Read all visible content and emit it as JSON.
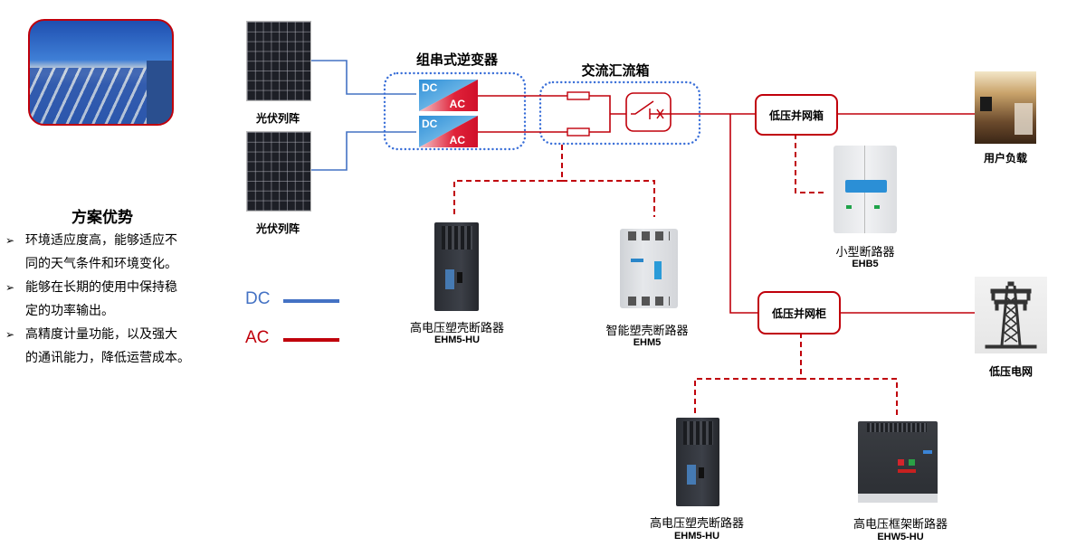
{
  "colors": {
    "dc": "#4472c4",
    "ac": "#c0000b",
    "panel_border": "#c0000b"
  },
  "advantages": {
    "title": "方案优势",
    "bullet_icon": "arrowhead-bullet-icon",
    "items": [
      {
        "line1": "环境适应度高，能够适应不",
        "line2": "同的天气条件和环境变化。"
      },
      {
        "line1": "能够在长期的使用中保持稳",
        "line2": "定的功率输出。"
      },
      {
        "line1": "高精度计量功能，以及强大",
        "line2": "的通讯能力，降低运营成本。"
      }
    ]
  },
  "legend": {
    "dc_label": "DC",
    "ac_label": "AC"
  },
  "pv_arrays": [
    {
      "label": "光伏列阵"
    },
    {
      "label": "光伏列阵"
    }
  ],
  "inverter": {
    "title": "组串式逆变器",
    "units": [
      {
        "dc": "DC",
        "ac": "AC"
      },
      {
        "dc": "DC",
        "ac": "AC"
      }
    ]
  },
  "combiner": {
    "title": "交流汇流箱"
  },
  "nodes": {
    "lv_box": "低压并网箱",
    "lv_cabinet": "低压并网柜"
  },
  "endpoints": {
    "user_load": "用户负载",
    "lv_grid": "低压电网"
  },
  "devices": [
    {
      "name": "高电压塑壳断路器",
      "model": "EHM5-HU"
    },
    {
      "name": "智能塑壳断路器",
      "model": "EHM5"
    },
    {
      "name": "小型断路器",
      "model": "EHB5"
    },
    {
      "name": "高电压塑壳断路器",
      "model": "EHM5-HU"
    },
    {
      "name": "高电压框架断路器",
      "model": "EHW5-HU"
    }
  ]
}
